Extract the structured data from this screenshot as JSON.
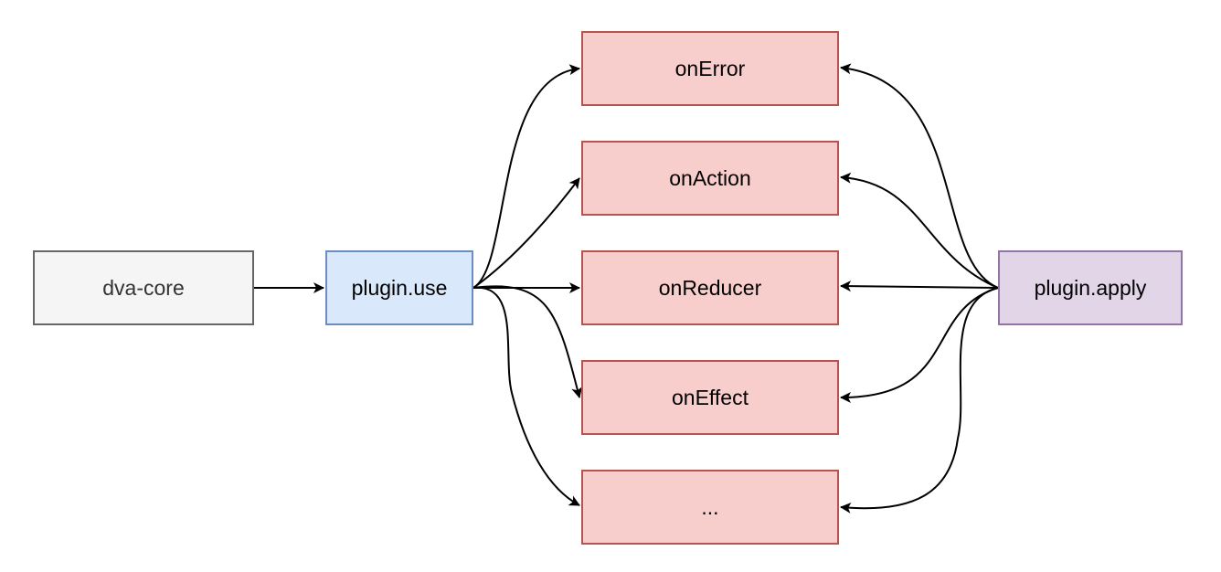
{
  "nodes": {
    "core": {
      "label": "dva-core",
      "fill": "#f5f5f5",
      "stroke": "#666666",
      "text": "#333333"
    },
    "use": {
      "label": "plugin.use",
      "fill": "#dae8fc",
      "stroke": "#6c8ebf",
      "text": "#000000"
    },
    "apply": {
      "label": "plugin.apply",
      "fill": "#e1d5e7",
      "stroke": "#9673a6",
      "text": "#000000"
    },
    "hooks": [
      {
        "label": "onError"
      },
      {
        "label": "onAction"
      },
      {
        "label": "onReducer"
      },
      {
        "label": "onEffect"
      },
      {
        "label": "..."
      }
    ],
    "hook_style": {
      "fill": "#f8cecc",
      "stroke": "#b85450",
      "text": "#000000"
    }
  },
  "edges": [
    {
      "from": "core",
      "to": "use"
    },
    {
      "from": "use",
      "to": "hooks.0"
    },
    {
      "from": "use",
      "to": "hooks.1"
    },
    {
      "from": "use",
      "to": "hooks.2"
    },
    {
      "from": "use",
      "to": "hooks.3"
    },
    {
      "from": "use",
      "to": "hooks.4"
    },
    {
      "from": "apply",
      "to": "hooks.0"
    },
    {
      "from": "apply",
      "to": "hooks.1"
    },
    {
      "from": "apply",
      "to": "hooks.2"
    },
    {
      "from": "apply",
      "to": "hooks.3"
    },
    {
      "from": "apply",
      "to": "hooks.4"
    }
  ]
}
